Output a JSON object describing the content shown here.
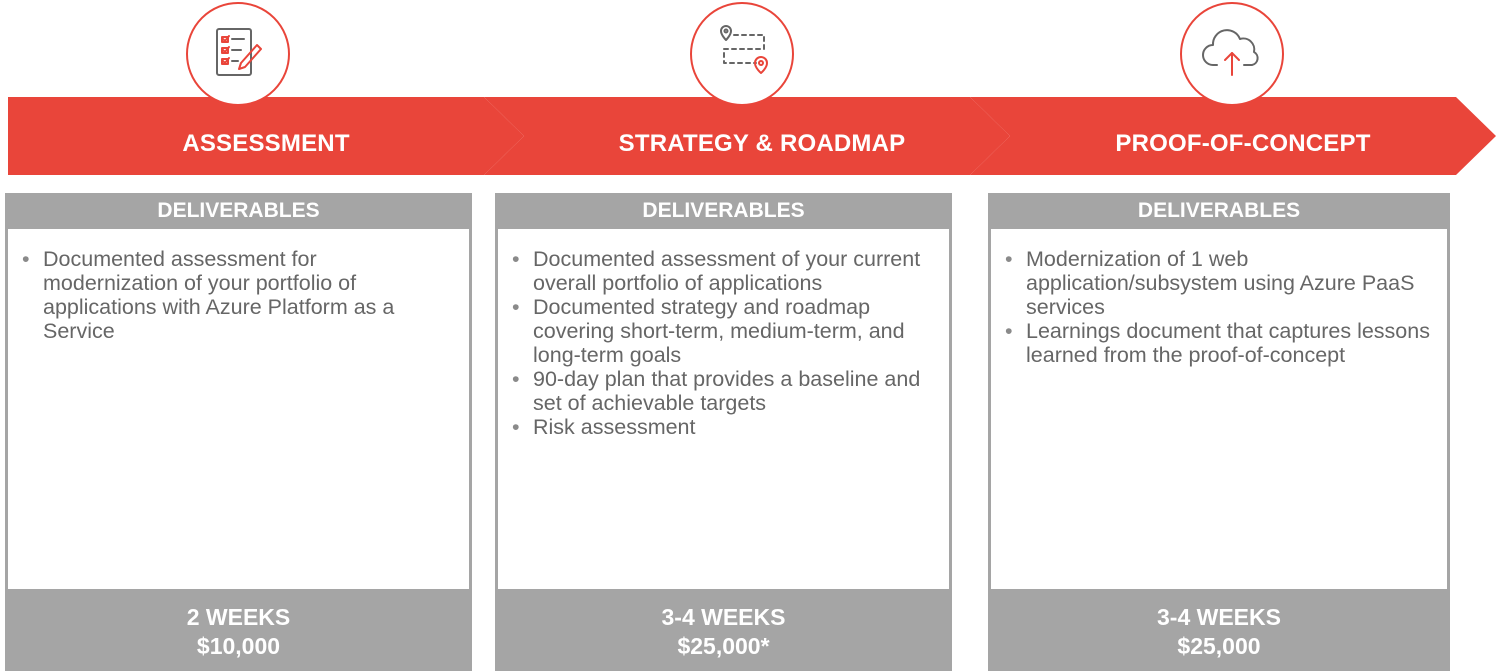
{
  "phases": [
    {
      "title": "ASSESSMENT",
      "icon": "checklist-icon",
      "deliverables_header": "DELIVERABLES",
      "deliverables": [
        "Documented assessment for modernization of your portfolio of applications with Azure Platform as a Service"
      ],
      "duration": "2 WEEKS",
      "price": "$10,000"
    },
    {
      "title": "STRATEGY & ROADMAP",
      "icon": "route-map-icon",
      "deliverables_header": "DELIVERABLES",
      "deliverables": [
        "Documented assessment of your current overall portfolio of applications",
        "Documented strategy and roadmap covering short-term, medium-term, and long-term goals",
        "90-day plan that provides a baseline and set of achievable targets",
        "Risk assessment"
      ],
      "duration": "3-4 WEEKS",
      "price": "$25,000*"
    },
    {
      "title": "PROOF-OF-CONCEPT",
      "icon": "cloud-upload-icon",
      "deliverables_header": "DELIVERABLES",
      "deliverables": [
        "Modernization of 1 web application/subsystem using Azure PaaS services",
        "Learnings document that captures lessons learned from the proof-of-concept"
      ],
      "duration": "3-4 WEEKS",
      "price": "$25,000"
    }
  ],
  "colors": {
    "accent": "#e9453a",
    "panel_gray": "#a5a5a5",
    "body_text": "#666666"
  }
}
